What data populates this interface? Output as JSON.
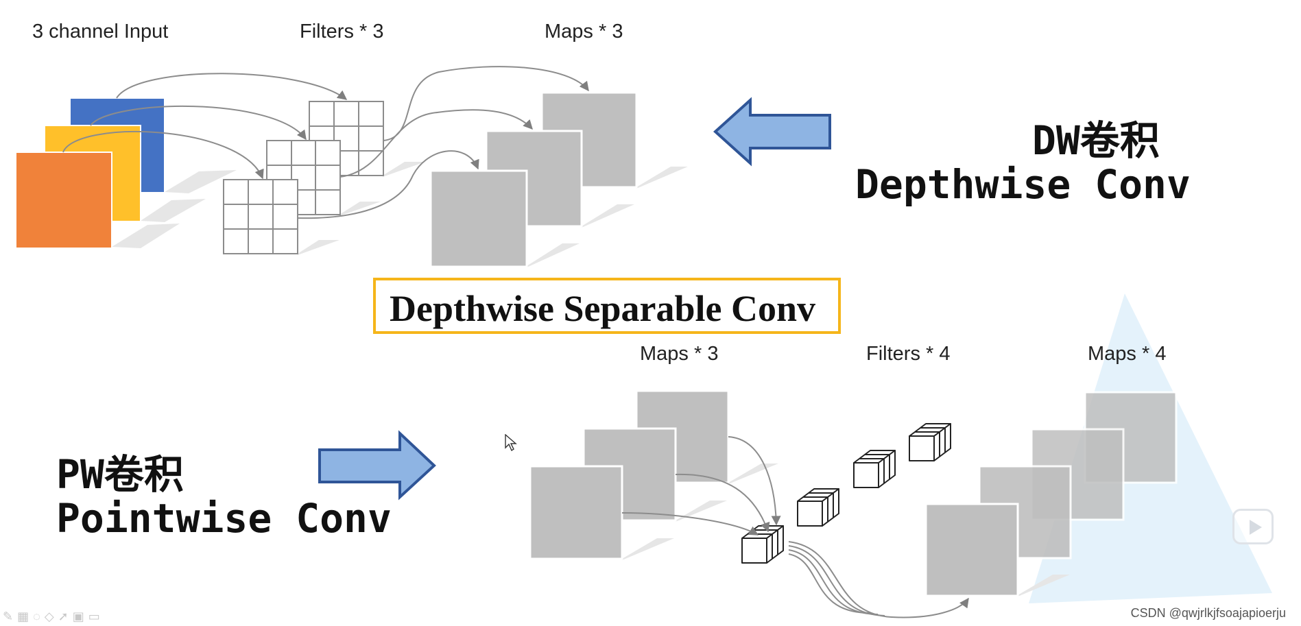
{
  "top_labels": {
    "input": "3 channel Input",
    "filters": "Filters * 3",
    "maps": "Maps * 3"
  },
  "dw": {
    "cn": "DW卷积",
    "en": "Depthwise Conv"
  },
  "title": "Depthwise Separable Conv",
  "bottom_labels": {
    "maps_in": "Maps * 3",
    "filters": "Filters * 4",
    "maps_out": "Maps * 4"
  },
  "pw": {
    "cn": "PW卷积",
    "en": "Pointwise Conv"
  },
  "watermark": "CSDN @qwjrlkjfsoajapioerju",
  "colors": {
    "channel_blue": "#4472c4",
    "channel_yellow": "#ffc02a",
    "channel_orange": "#f0823a",
    "map_gray": "#bfbfbf",
    "arrow_fill": "#8eb4e3",
    "arrow_stroke": "#2f5597",
    "title_border": "#f5b51a"
  },
  "icons": {
    "play": "play-icon",
    "cursor": "mouse-cursor-icon",
    "toolbar": [
      "pen-icon",
      "grid-icon",
      "lasso-icon",
      "eraser-icon",
      "pointer-icon",
      "camera-icon",
      "screen-icon"
    ]
  }
}
